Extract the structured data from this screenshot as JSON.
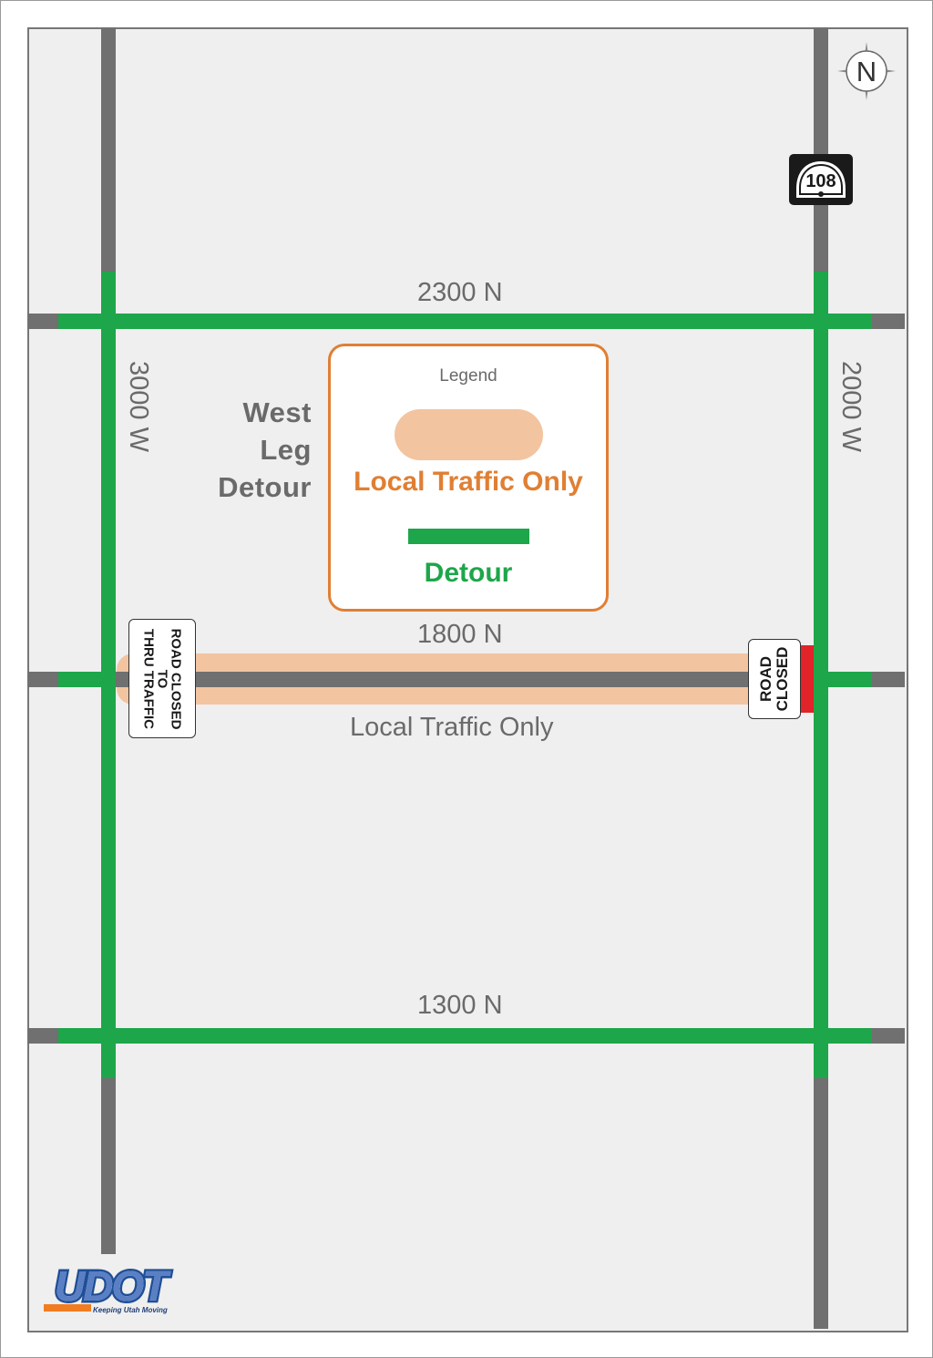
{
  "map": {
    "title_lines": [
      "West",
      "Leg",
      "Detour"
    ],
    "streets": {
      "north_road": "2300 N",
      "middle_road": "1800 N",
      "south_road": "1300 N",
      "west_road": "3000 W",
      "east_road": "2000 W"
    },
    "middle_road_note": "Local Traffic Only",
    "compass_letter": "N",
    "route_shield": "108",
    "logo_text": "UDOT",
    "logo_tagline": "Keeping Utah Moving"
  },
  "legend": {
    "title": "Legend",
    "local_label": "Local Traffic Only",
    "detour_label": "Detour"
  },
  "signs": {
    "west_sign_lines": [
      "ROAD CLOSED",
      "TO",
      "THRU TRAFFIC"
    ],
    "east_sign_lines": [
      "ROAD",
      "CLOSED"
    ]
  },
  "colors": {
    "detour": "#1ea64a",
    "local_traffic": "#f3c4a0",
    "legend_accent": "#e07f33",
    "closure": "#e0242a",
    "road": "#707070",
    "background": "#efefef"
  }
}
